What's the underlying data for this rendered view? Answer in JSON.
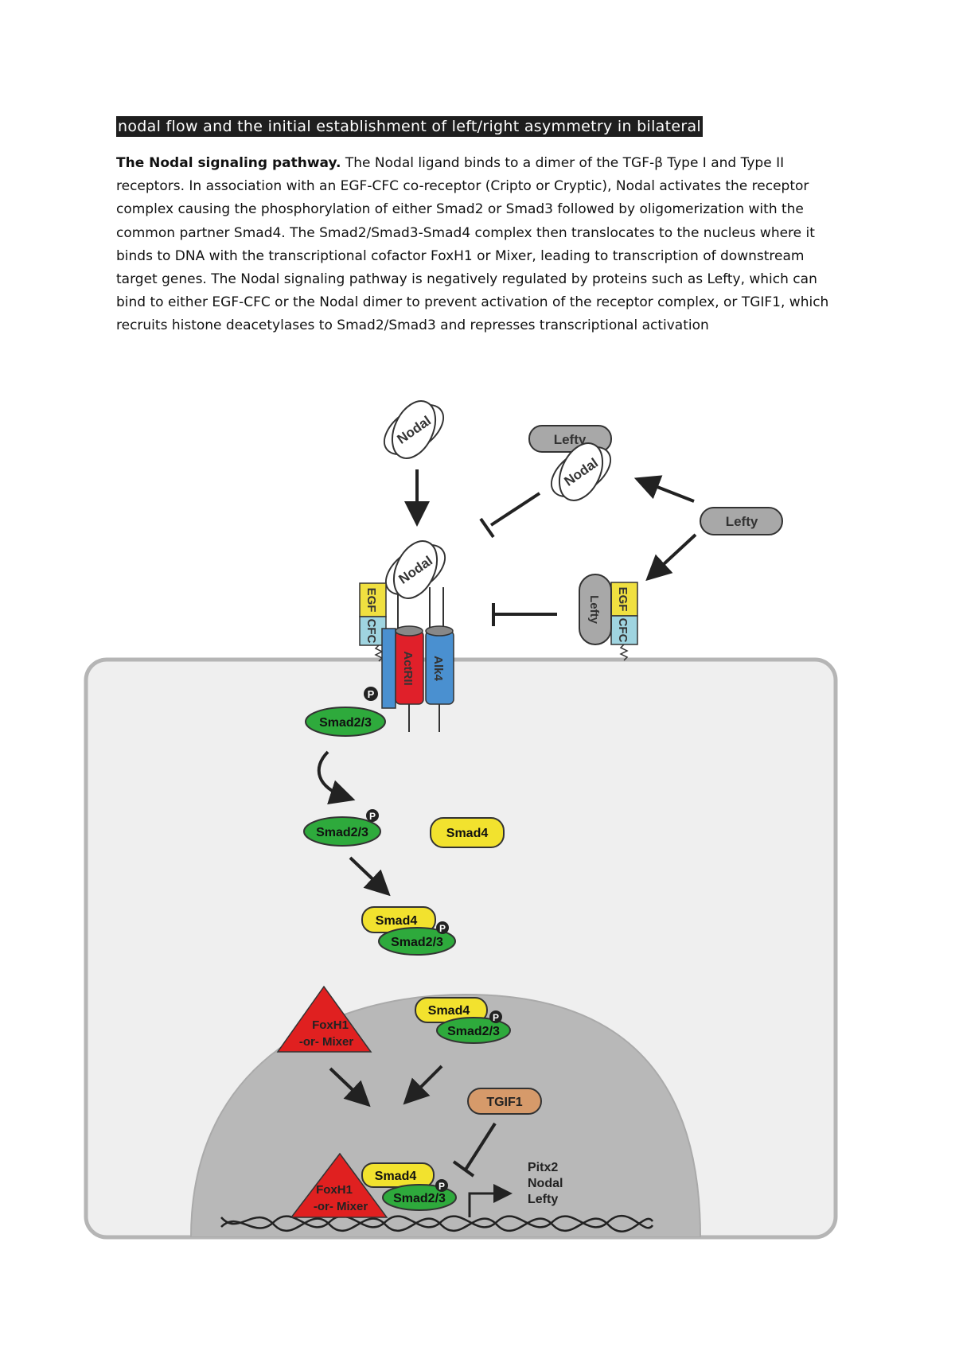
{
  "heading": "nodal flow and the initial establishment of left/right asymmetry in bilateral",
  "paragraph": {
    "lead": "The Nodal signaling pathway.",
    "body": " The Nodal ligand binds to a dimer of the TGF-β Type I and Type II receptors. In association with an EGF-CFC co-receptor (Cripto or Cryptic), Nodal activates the receptor complex causing the phosphorylation of either Smad2 or Smad3 followed by oligomerization with the common partner Smad4. The Smad2/Smad3-Smad4 complex then translocates to the nucleus where it binds to DNA with the transcriptional cofactor FoxH1 or Mixer, leading to transcription of downstream target genes. The Nodal signaling pathway is negatively regulated by proteins such as Lefty, which can bind to either EGF-CFC or the Nodal dimer to prevent activation of the receptor complex, or TGIF1, which recruits histone deacetylases to Smad2/Smad3 and represses transcriptional activation"
  },
  "diagram": {
    "nodal": "Nodal",
    "lefty": "Lefty",
    "egf": "EGF",
    "cfc": "CFC",
    "actrii": "ActRII",
    "alk4": "Alk4",
    "p": "P",
    "smad23": "Smad2/3",
    "smad4": "Smad4",
    "foxh1": "FoxH1",
    "or_mixer": "-or- Mixer",
    "tgif1": "TGIF1",
    "targets": [
      "Pitx2",
      "Nodal",
      "Lefty"
    ],
    "colors": {
      "cell": "#efefef",
      "nucleus": "#b8b8b8",
      "smad23": "#2eaa3c",
      "smad4": "#f2e22e",
      "foxh1": "#e02020",
      "actrii": "#e0202a",
      "alk4": "#4a90d0",
      "egf": "#f0e040",
      "cfc": "#9fd4e0",
      "lefty": "#a8a8a8",
      "tgif1": "#d69a6a"
    }
  }
}
